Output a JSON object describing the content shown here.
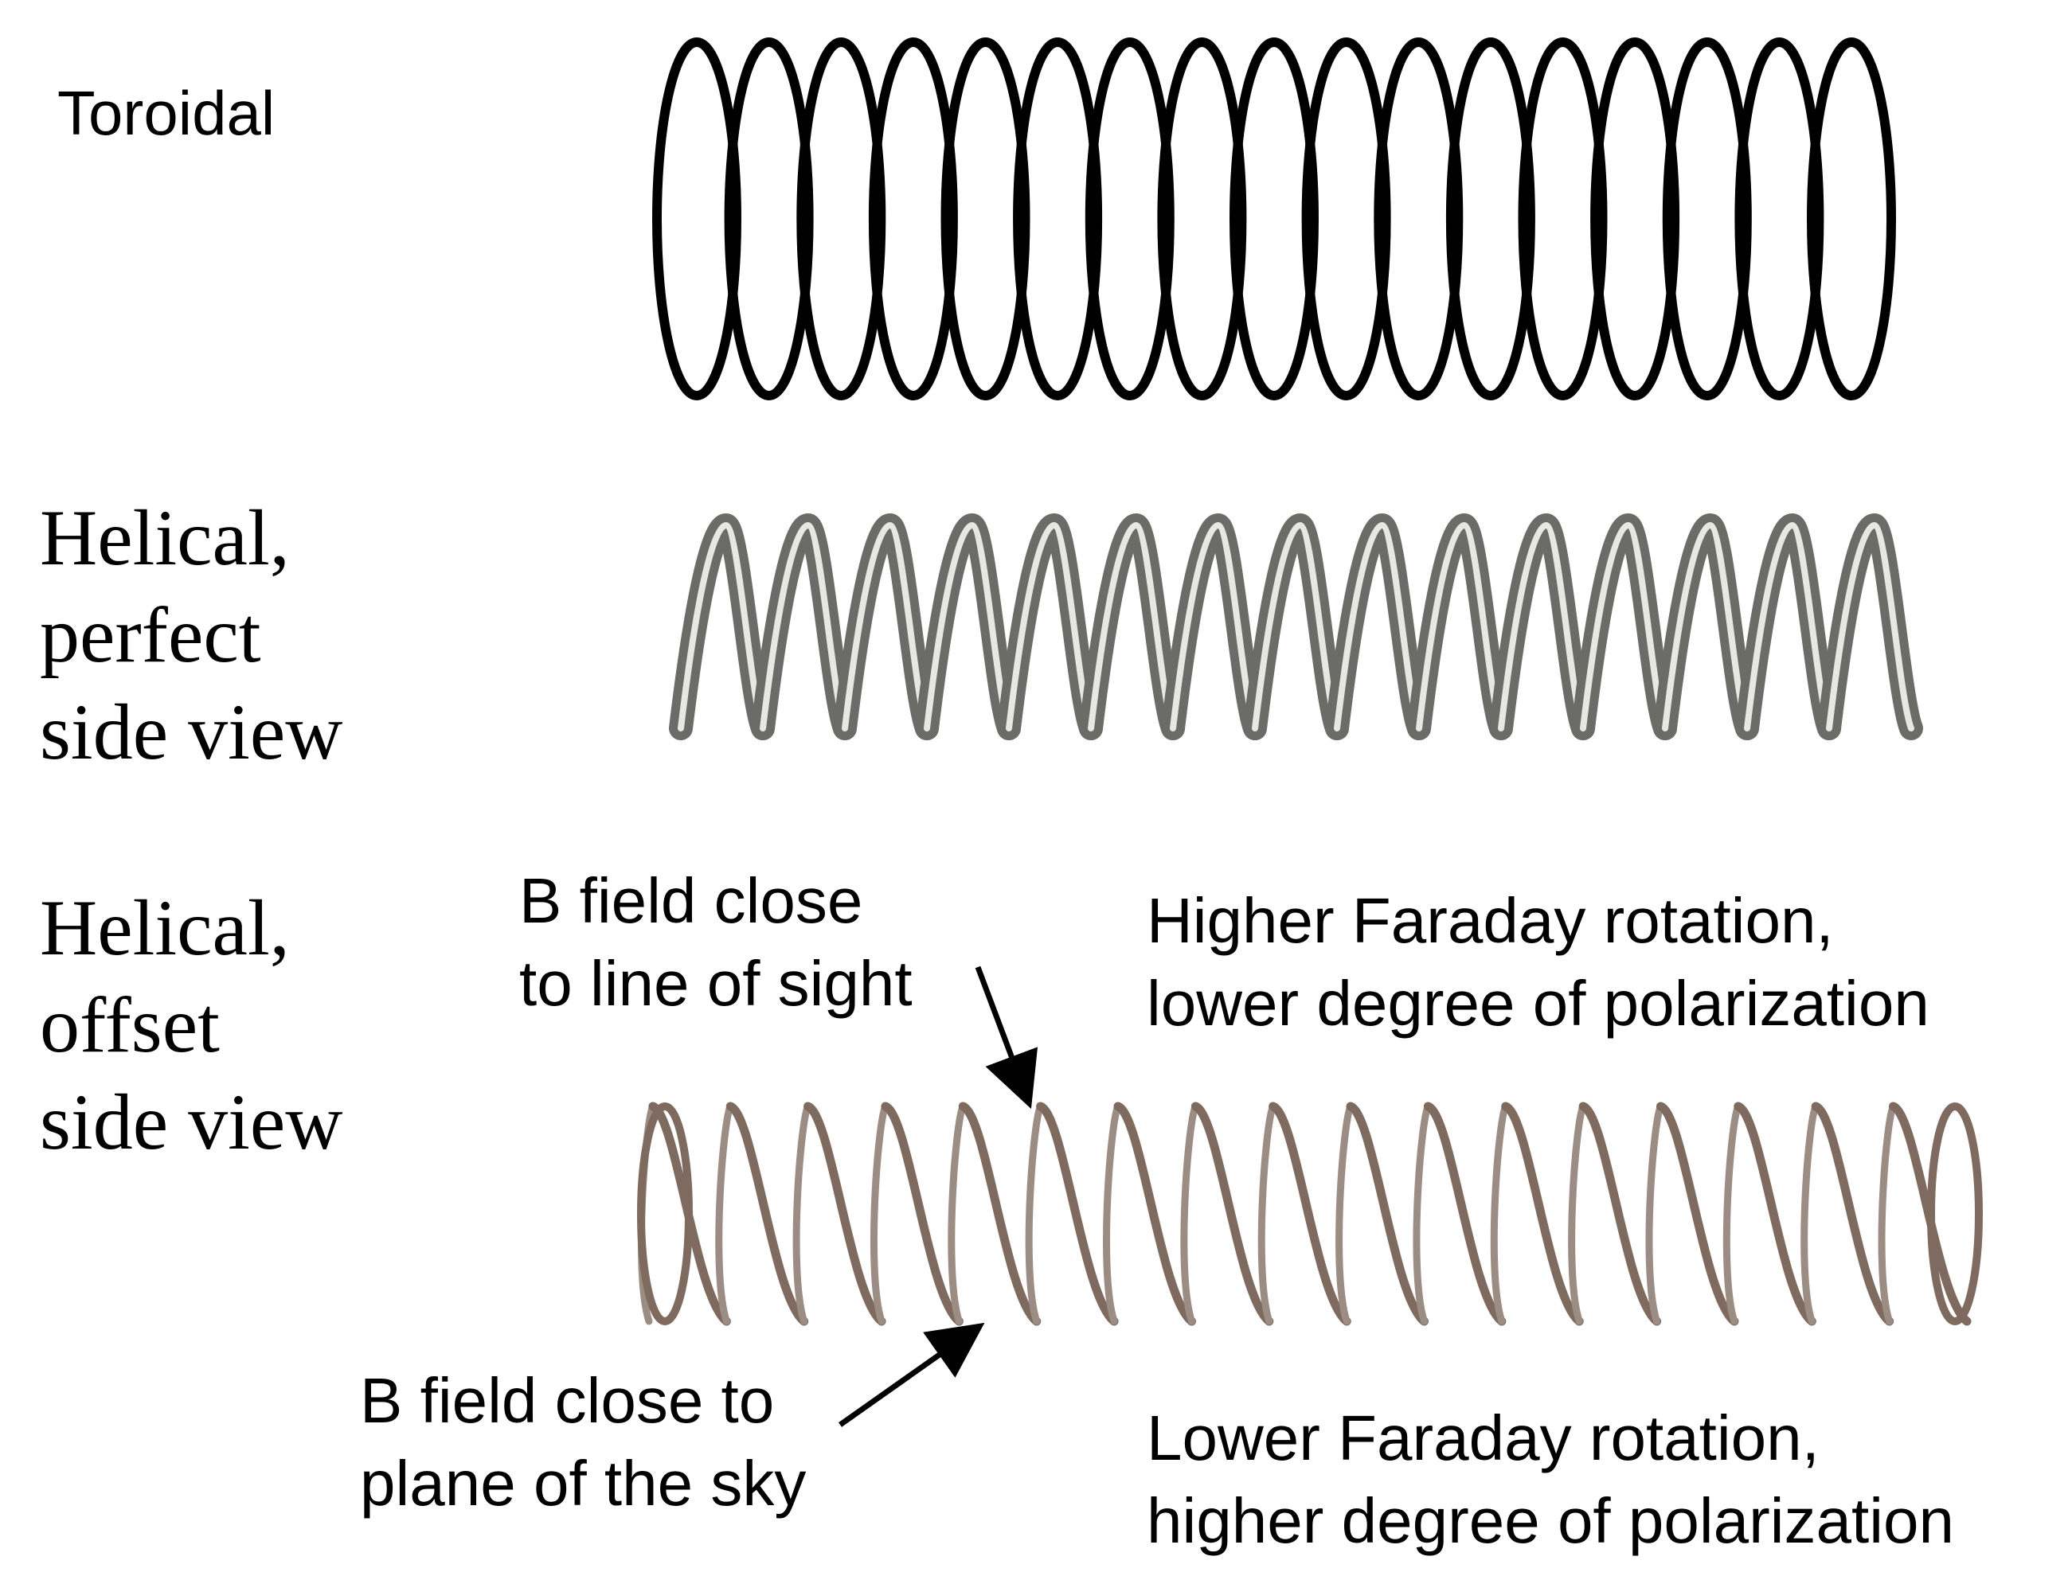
{
  "labels": {
    "toroidal": "Toroidal",
    "helical_perfect": "Helical,\nperfect\nside view",
    "helical_offset": "Helical,\noffset\nside view"
  },
  "annotations": {
    "b_field_los": "B field close\nto line of sight",
    "b_field_sky": "B field close to\nplane of the sky",
    "higher_faraday": "Higher Faraday rotation,\nlower degree of polarization",
    "lower_faraday": "Lower Faraday rotation,\nhigher degree of polarization"
  },
  "colors": {
    "toroidal_stroke": "#000000",
    "helical_perfect_stroke": "#6b6b68",
    "helical_perfect_highlight": "#e8e8e2",
    "helical_offset_stroke": "#7e6a5e",
    "arrow": "#000000"
  }
}
